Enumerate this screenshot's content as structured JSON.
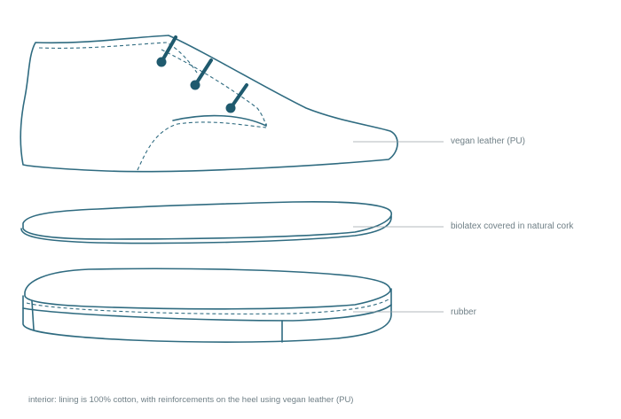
{
  "colors": {
    "outline": "#2f6b80",
    "lace": "#1f5a6e",
    "leader": "#9aa3a8",
    "text": "#6f7f86"
  },
  "labels": {
    "upper": "vegan leather (PU)",
    "insole": "biolatex covered in natural cork",
    "sole": "rubber"
  },
  "footnote": "interior: lining is 100% cotton, with reinforcements on the heel using vegan leather (PU)"
}
